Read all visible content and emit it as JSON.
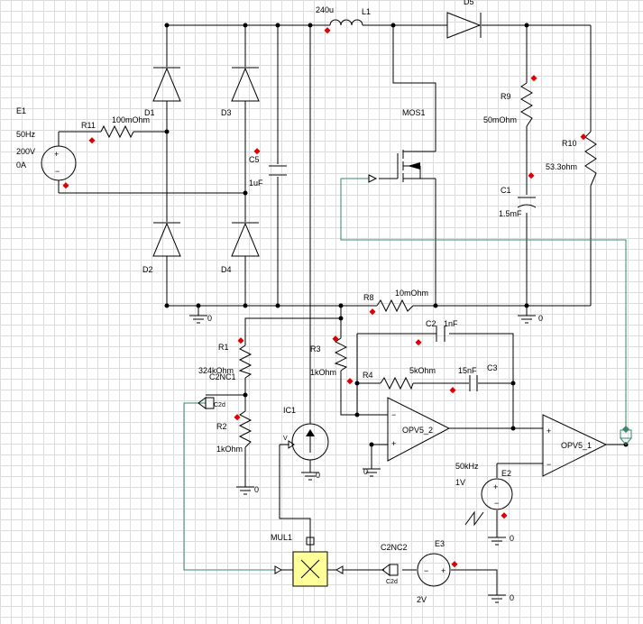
{
  "components": {
    "E1": {
      "name": "E1",
      "freq": "50Hz",
      "voltage": "200V",
      "current": "0A"
    },
    "R11": {
      "name": "R11",
      "value": "100mOhm"
    },
    "D1": {
      "name": "D1"
    },
    "D2": {
      "name": "D2"
    },
    "D3": {
      "name": "D3"
    },
    "D4": {
      "name": "D4"
    },
    "C5": {
      "name": "C5",
      "value": "1uF"
    },
    "L1": {
      "name": "L1",
      "value": "240u"
    },
    "D5": {
      "name": "D5"
    },
    "MOS1": {
      "name": "MOS1"
    },
    "R9": {
      "name": "R9",
      "value": "50mOhm"
    },
    "R10": {
      "name": "R10",
      "value": "53.3ohm"
    },
    "C1": {
      "name": "C1",
      "value": "1.5mF"
    },
    "R8": {
      "name": "R8",
      "value": "10mOhm"
    },
    "R1": {
      "name": "R1",
      "value": "324kOhm"
    },
    "R2": {
      "name": "R2",
      "value": "1kOhm"
    },
    "R3": {
      "name": "R3",
      "value": "1kOhm"
    },
    "R4": {
      "name": "R4",
      "value": "5kOhm"
    },
    "C2": {
      "name": "C2",
      "value": "1nF"
    },
    "C3": {
      "name": "C3",
      "value": "15nF"
    },
    "C2NC1": {
      "name": "C2NC1"
    },
    "C2NC2": {
      "name": "C2NC2"
    },
    "IC1": {
      "name": "IC1"
    },
    "OPV5_2": {
      "name": "OPV5_2"
    },
    "OPV5_1": {
      "name": "OPV5_1"
    },
    "E2": {
      "name": "E2",
      "freq": "50kHz",
      "voltage": "1V"
    },
    "E3": {
      "name": "E3",
      "voltage": "2V"
    },
    "MUL1": {
      "name": "MUL1"
    }
  },
  "ground_label": "0",
  "pin_labels": {
    "plus": "+",
    "minus": "−",
    "v": "V",
    "c2d": "C2d"
  },
  "colors": {
    "wire": "#000000",
    "signal": "#3a8a6a",
    "marker": "#e00000",
    "multiplier": "#ffff99",
    "grid": "#dcdcdc"
  }
}
